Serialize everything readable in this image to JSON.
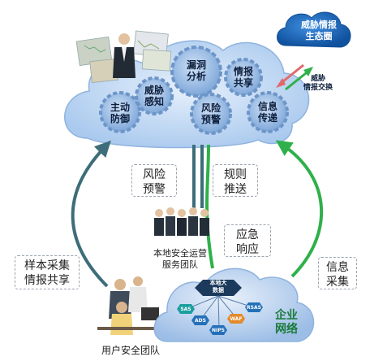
{
  "cloud_gears": {
    "zhudong": "主动\n防御",
    "weixie": "威胁\n感知",
    "loudong": "漏洞\n分析",
    "fengxian": "风险\n预警",
    "qingbao": "情报\n共享",
    "xinxi": "信息\n传递"
  },
  "ecosystem": {
    "title": "威胁情报\n生态圈",
    "exchange": "威胁\n情报交换"
  },
  "callouts": {
    "risk_warning": "风险\n预警",
    "rule_push": "规则\n推送",
    "emergency": "应急\n响应",
    "sample_collect": "样本采集\n情报共享",
    "info_collect": "信息\n采集"
  },
  "teams": {
    "local_ops": "本地安全运营\n服务团队",
    "user_security": "用户安全团队"
  },
  "enterprise": {
    "title": "企业\n网络",
    "big_data": "本地大\n数据",
    "nodes": [
      "SAS",
      "RSAS",
      "ADS",
      "WAF",
      "NIPS"
    ]
  },
  "colors": {
    "cloud_fill": "#cfe2f7",
    "gear_fill": "#9fc2ea",
    "teal_arrow": "#3d6d7a",
    "green_arrow": "#2fb04a",
    "eco_cloud": "#1f6fc4"
  }
}
